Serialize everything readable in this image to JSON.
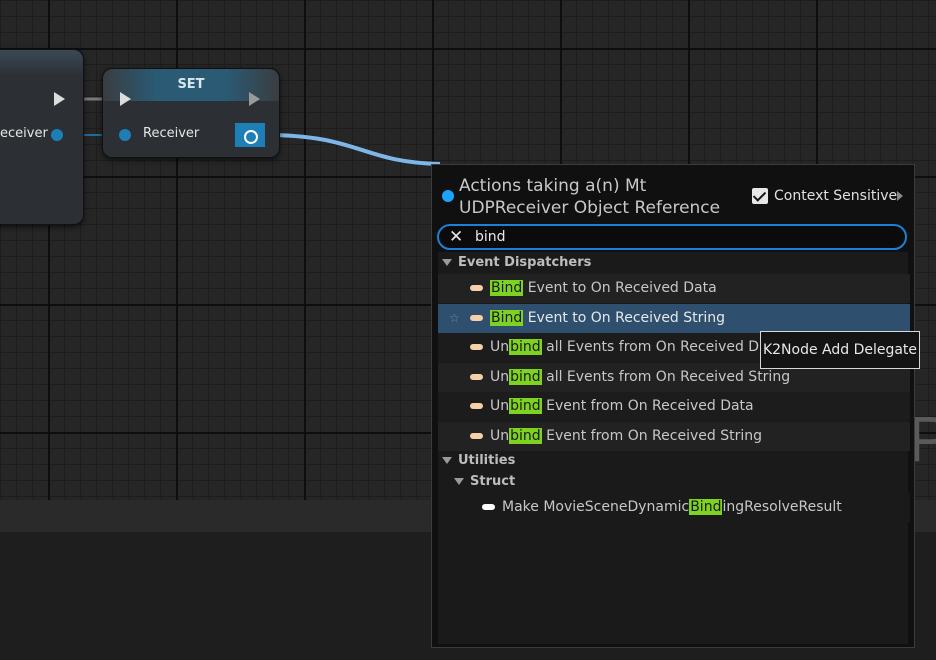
{
  "graph": {
    "left_node": {
      "pin_label": "eceiver"
    },
    "set_node": {
      "title": "SET",
      "input_label": "Receiver"
    },
    "background_letter": "P"
  },
  "action_menu": {
    "title_line1": "Actions taking a(n) Mt",
    "title_line2": "UDPReceiver Object Reference",
    "context_sensitive_label": "Context Sensitive",
    "context_sensitive_checked": true,
    "search": {
      "value": "bind",
      "placeholder": ""
    },
    "categories": [
      {
        "label": "Event Dispatchers",
        "items": [
          {
            "prefix": "",
            "match": "Bind",
            "suffix": " Event to On Received Data"
          },
          {
            "prefix": "",
            "match": "Bind",
            "suffix": " Event to On Received String",
            "selected": true
          },
          {
            "prefix": "Un",
            "match": "bind",
            "suffix": " all Events from On Received Data"
          },
          {
            "prefix": "Un",
            "match": "bind",
            "suffix": " all Events from On Received String"
          },
          {
            "prefix": "Un",
            "match": "bind",
            "suffix": " Event from On Received Data"
          },
          {
            "prefix": "Un",
            "match": "bind",
            "suffix": " Event from On Received String"
          }
        ]
      },
      {
        "label": "Utilities",
        "subcategory": "Struct",
        "items": [
          {
            "prefix": "Make MovieSceneDynamic",
            "match": "Bind",
            "suffix": "ingResolveResult"
          }
        ]
      }
    ]
  },
  "tooltip": {
    "text": "K2Node Add Delegate"
  },
  "colors": {
    "accent": "#1d7fd5",
    "highlight": "#7ed321",
    "selected_row": "#2f4f6f",
    "pin_object": "#1d7fb5",
    "pin_delegate": "#f5d0a8"
  }
}
